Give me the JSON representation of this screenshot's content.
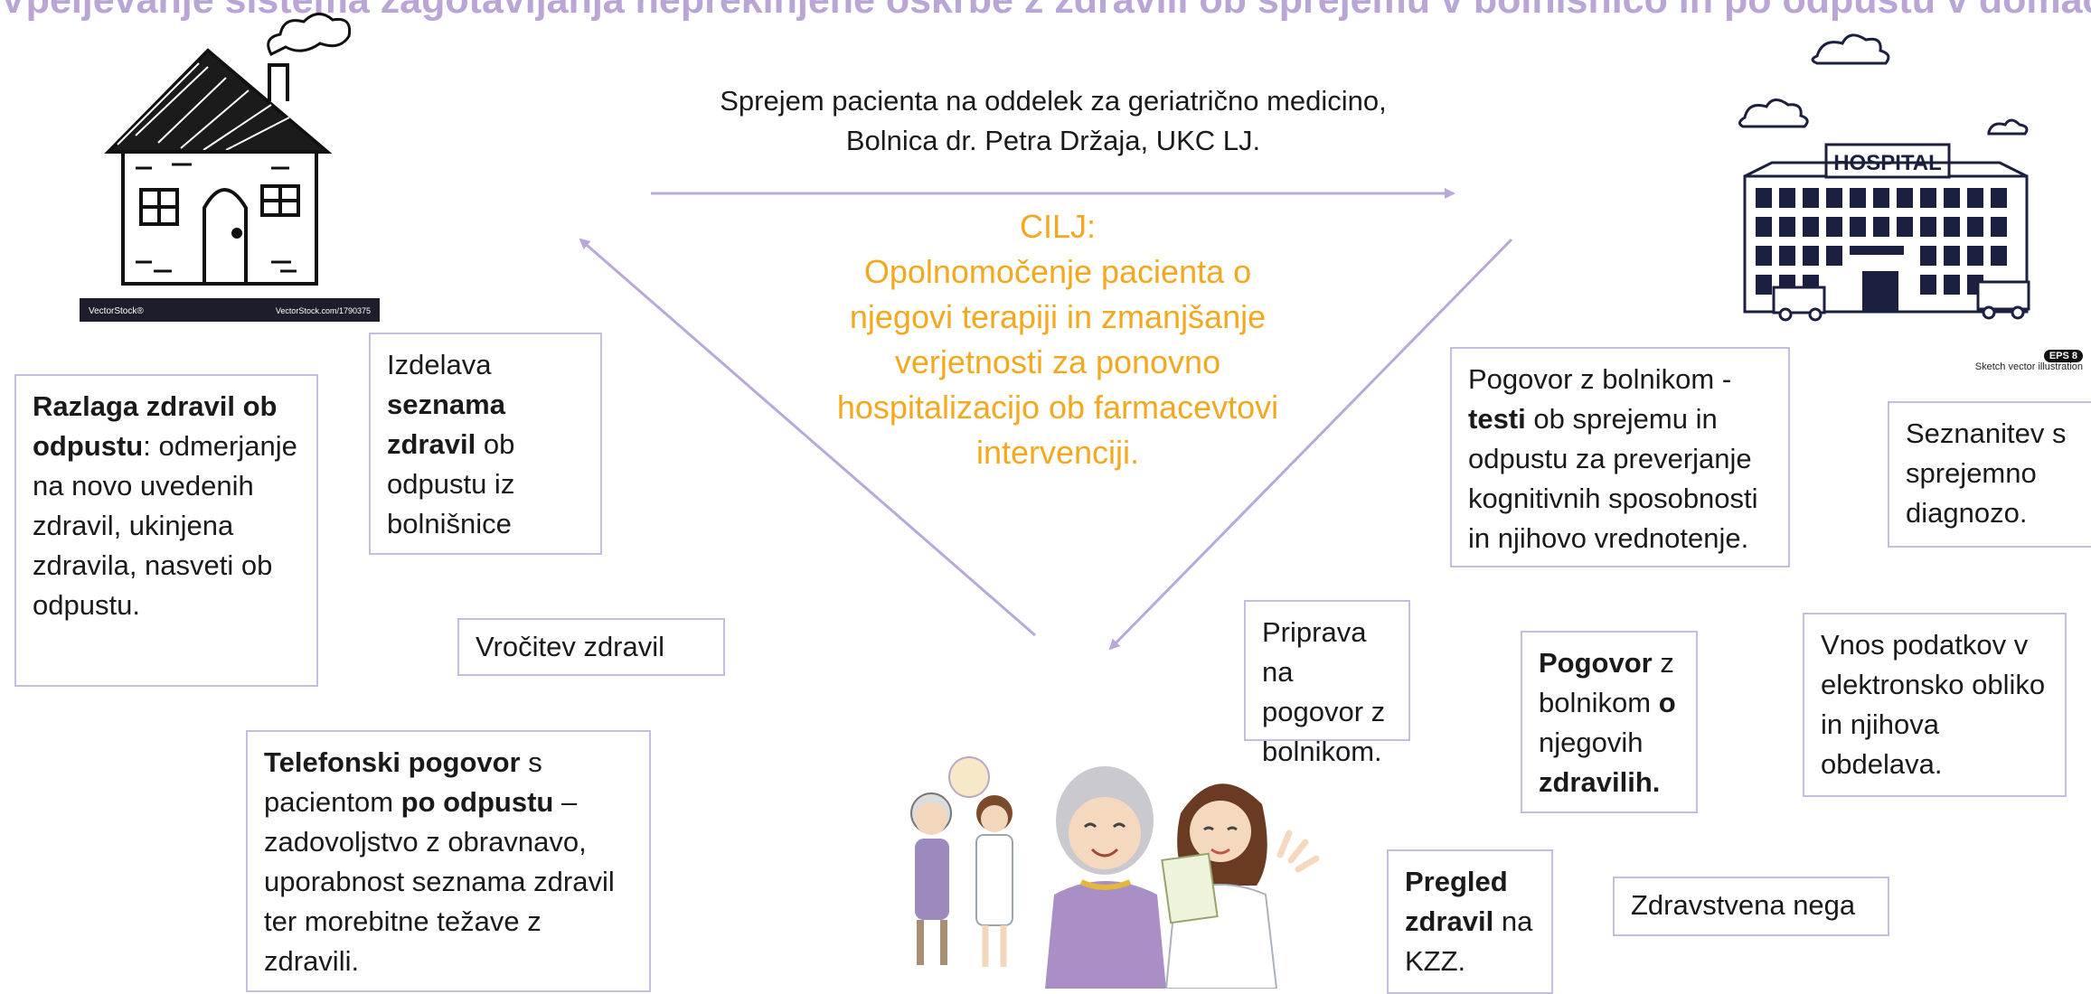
{
  "title": "Vpeljevanje sistema zagotavljanja neprekinjene oskrbe z zdravili ob sprejemu v bolnišnico in po odpustu v domače o",
  "admission": {
    "line1": "Sprejem pacienta na oddelek za geriatrično medicino,",
    "line2": "Bolnica dr. Petra Držaja, UKC LJ."
  },
  "goal": {
    "label": "CILJ:",
    "lines": [
      "Opolnomočenje pacienta o",
      "njegovi terapiji in zmanjšanje",
      "verjetnosti za ponovno",
      "hospitalizacijo ob farmacevtovi",
      "intervenciji."
    ]
  },
  "house_image": {
    "brand": "VectorStock®",
    "url": "VectorStock.com/1790375"
  },
  "hospital_image": {
    "sign": "HOSPITAL",
    "eps": "EPS 8",
    "caption": "Sketch vector illustration"
  },
  "boxes": {
    "razlaga": {
      "bold": "Razlaga zdravil ob odpustu",
      "rest": ": odmerjanje na novo uvedenih zdravil, ukinjena zdravila, nasveti ob odpustu."
    },
    "izdelava": {
      "pre": "Izdelava ",
      "bold": "seznama zdravil",
      "rest": " ob odpustu iz bolnišnice"
    },
    "vrocitev": "Vročitev zdravil",
    "telefonski": {
      "bold1": "Telefonski pogovor",
      "mid": " s pacientom ",
      "bold2": "po odpustu",
      "rest": " – zadovoljstvo z obravnavo, uporabnost seznama zdravil ter morebitne težave z zdravili."
    },
    "pogovor_testi": {
      "pre": "Pogovor z bolnikom - ",
      "bold": "testi",
      "rest": " ob sprejemu in odpustu za preverjanje kognitivnih sposobnosti in njihovo vrednotenje."
    },
    "seznanitev": "Seznanitev s sprejemno diagnozo.",
    "priprava": "Priprava na pogovor z bolnikom.",
    "pogovor_zdravila": {
      "bold1": "Pogovor",
      "mid1": " z bolnikom ",
      "bold2": "o",
      "mid2": " njegovih ",
      "bold3": "zdravilih."
    },
    "vnos": "Vnos podatkov v elektronsko obliko in njihova obdelava.",
    "pregled": {
      "bold": "Pregled zdravil",
      "rest": " na KZZ."
    },
    "nega": "Zdravstvena nega"
  },
  "colors": {
    "accent": "#b9a6d6",
    "border": "#c7bde0",
    "goal": "#f3a81f",
    "arrow": "#b8a9d8"
  }
}
